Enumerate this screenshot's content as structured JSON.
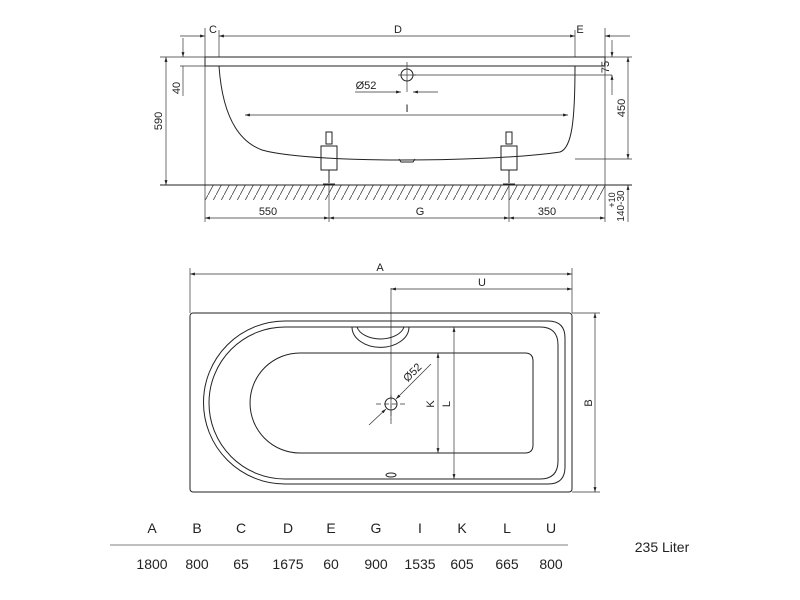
{
  "side_view": {
    "labels": {
      "C": "C",
      "D": "D",
      "E": "E",
      "I": "I",
      "G": "G",
      "dia": "Ø52"
    },
    "dims": {
      "h40": "40",
      "h590": "590",
      "h75": "75",
      "h450": "450",
      "adj_top": "+10",
      "adj_bottom": "140-30",
      "left": "550",
      "right": "350"
    }
  },
  "plan_view": {
    "labels": {
      "A": "A",
      "U": "U",
      "B": "B",
      "K": "K",
      "L": "L",
      "dia": "Ø52"
    }
  },
  "table": {
    "headers": [
      "A",
      "B",
      "C",
      "D",
      "E",
      "G",
      "I",
      "K",
      "L",
      "U"
    ],
    "values": [
      "1800",
      "800",
      "65",
      "1675",
      "60",
      "900",
      "1535",
      "605",
      "665",
      "800"
    ],
    "volume": "235 Liter"
  }
}
